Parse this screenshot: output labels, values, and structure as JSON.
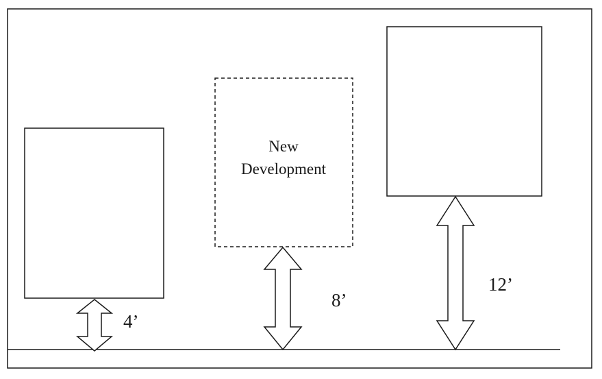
{
  "diagram": {
    "new_building_label_line1": "New",
    "new_building_label_line2": "Development",
    "left_clearance_label": "4’",
    "middle_clearance_label": "8’",
    "right_clearance_label": "12’"
  }
}
